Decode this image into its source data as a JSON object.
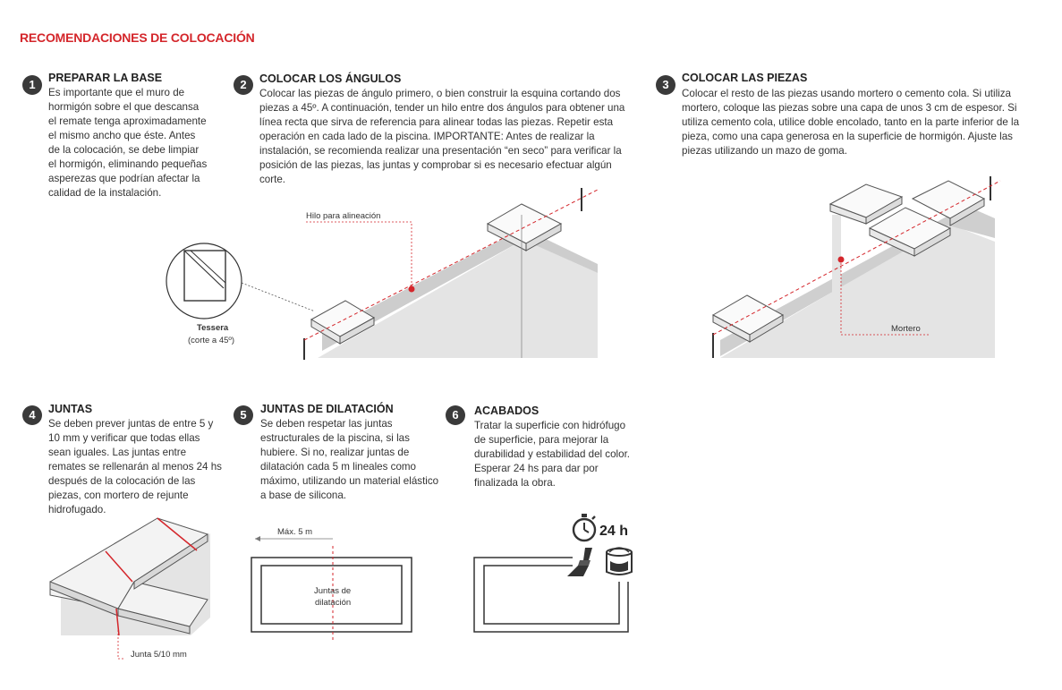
{
  "page_title": "RECOMENDACIONES DE COLOCACIÓN",
  "steps": [
    {
      "number": "1",
      "title": "PREPARAR LA BASE",
      "text": "Es importante que el muro de hormigón sobre el que descansa el remate tenga aproximadamente el mismo ancho que éste. Antes de la colocación, se debe limpiar el hormigón, eliminando pequeñas asperezas que podrían afectar la calidad de la instalación."
    },
    {
      "number": "2",
      "title": "COLOCAR LOS ÁNGULOS",
      "text": "Colocar las piezas de ángulo primero, o bien construir la esquina cortando dos piezas a 45º. A continuación, tender un hilo entre dos ángulos para obtener una línea recta que sirva de referencia para alinear todas las piezas. Repetir esta operación en cada lado de la piscina. IMPORTANTE: Antes de realizar la instalación, se recomienda realizar una presentación “en seco” para verificar la posición de las piezas, las juntas y comprobar si es necesario efectuar algún corte."
    },
    {
      "number": "3",
      "title": "COLOCAR LAS PIEZAS",
      "text": "Colocar el resto de las piezas usando mortero o cemento cola. Si utiliza mortero, coloque las piezas sobre una capa de unos 3 cm de espesor. Si utiliza cemento cola, utilice doble encolado, tanto en la parte inferior de la pieza, como una capa generosa en la superficie de hormigón. Ajuste las piezas utilizando un mazo de goma."
    },
    {
      "number": "4",
      "title": "JUNTAS",
      "text": "Se deben prever juntas de entre 5 y 10 mm y verificar que todas ellas sean iguales. Las juntas entre remates se rellenarán al menos 24 hs después de la colocación de las piezas, con mortero de rejunte hidrofugado."
    },
    {
      "number": "5",
      "title": "JUNTAS DE DILATACIÓN",
      "text": "Se deben respetar las juntas estructurales de la piscina, si las hubiere. Si no, realizar juntas de dilatación cada 5 m lineales como máximo, utilizando un material elástico a base de silicona."
    },
    {
      "number": "6",
      "title": "ACABADOS",
      "text": "Tratar la superficie con hidrófugo de superficie, para mejorar la durabilidad y estabilidad del color. Esperar 24 hs para dar por finalizada la obra."
    }
  ],
  "labels": {
    "hilo": "Hilo para alineación",
    "tessera": "Tessera",
    "corte": "(corte a 45º)",
    "mortero": "Mortero",
    "junta": "Junta 5/10 mm",
    "max": "Máx. 5 m",
    "juntas_dil_1": "Juntas de",
    "juntas_dil_2": "dilatación",
    "hours": "24 h"
  },
  "icons": [
    "stopwatch-icon",
    "brush-icon",
    "paint-can-icon"
  ],
  "colors": {
    "accent": "#d4262b",
    "badge": "#3a3a3a",
    "wall": "#e3e3e3",
    "top": "#cfcfcf"
  }
}
